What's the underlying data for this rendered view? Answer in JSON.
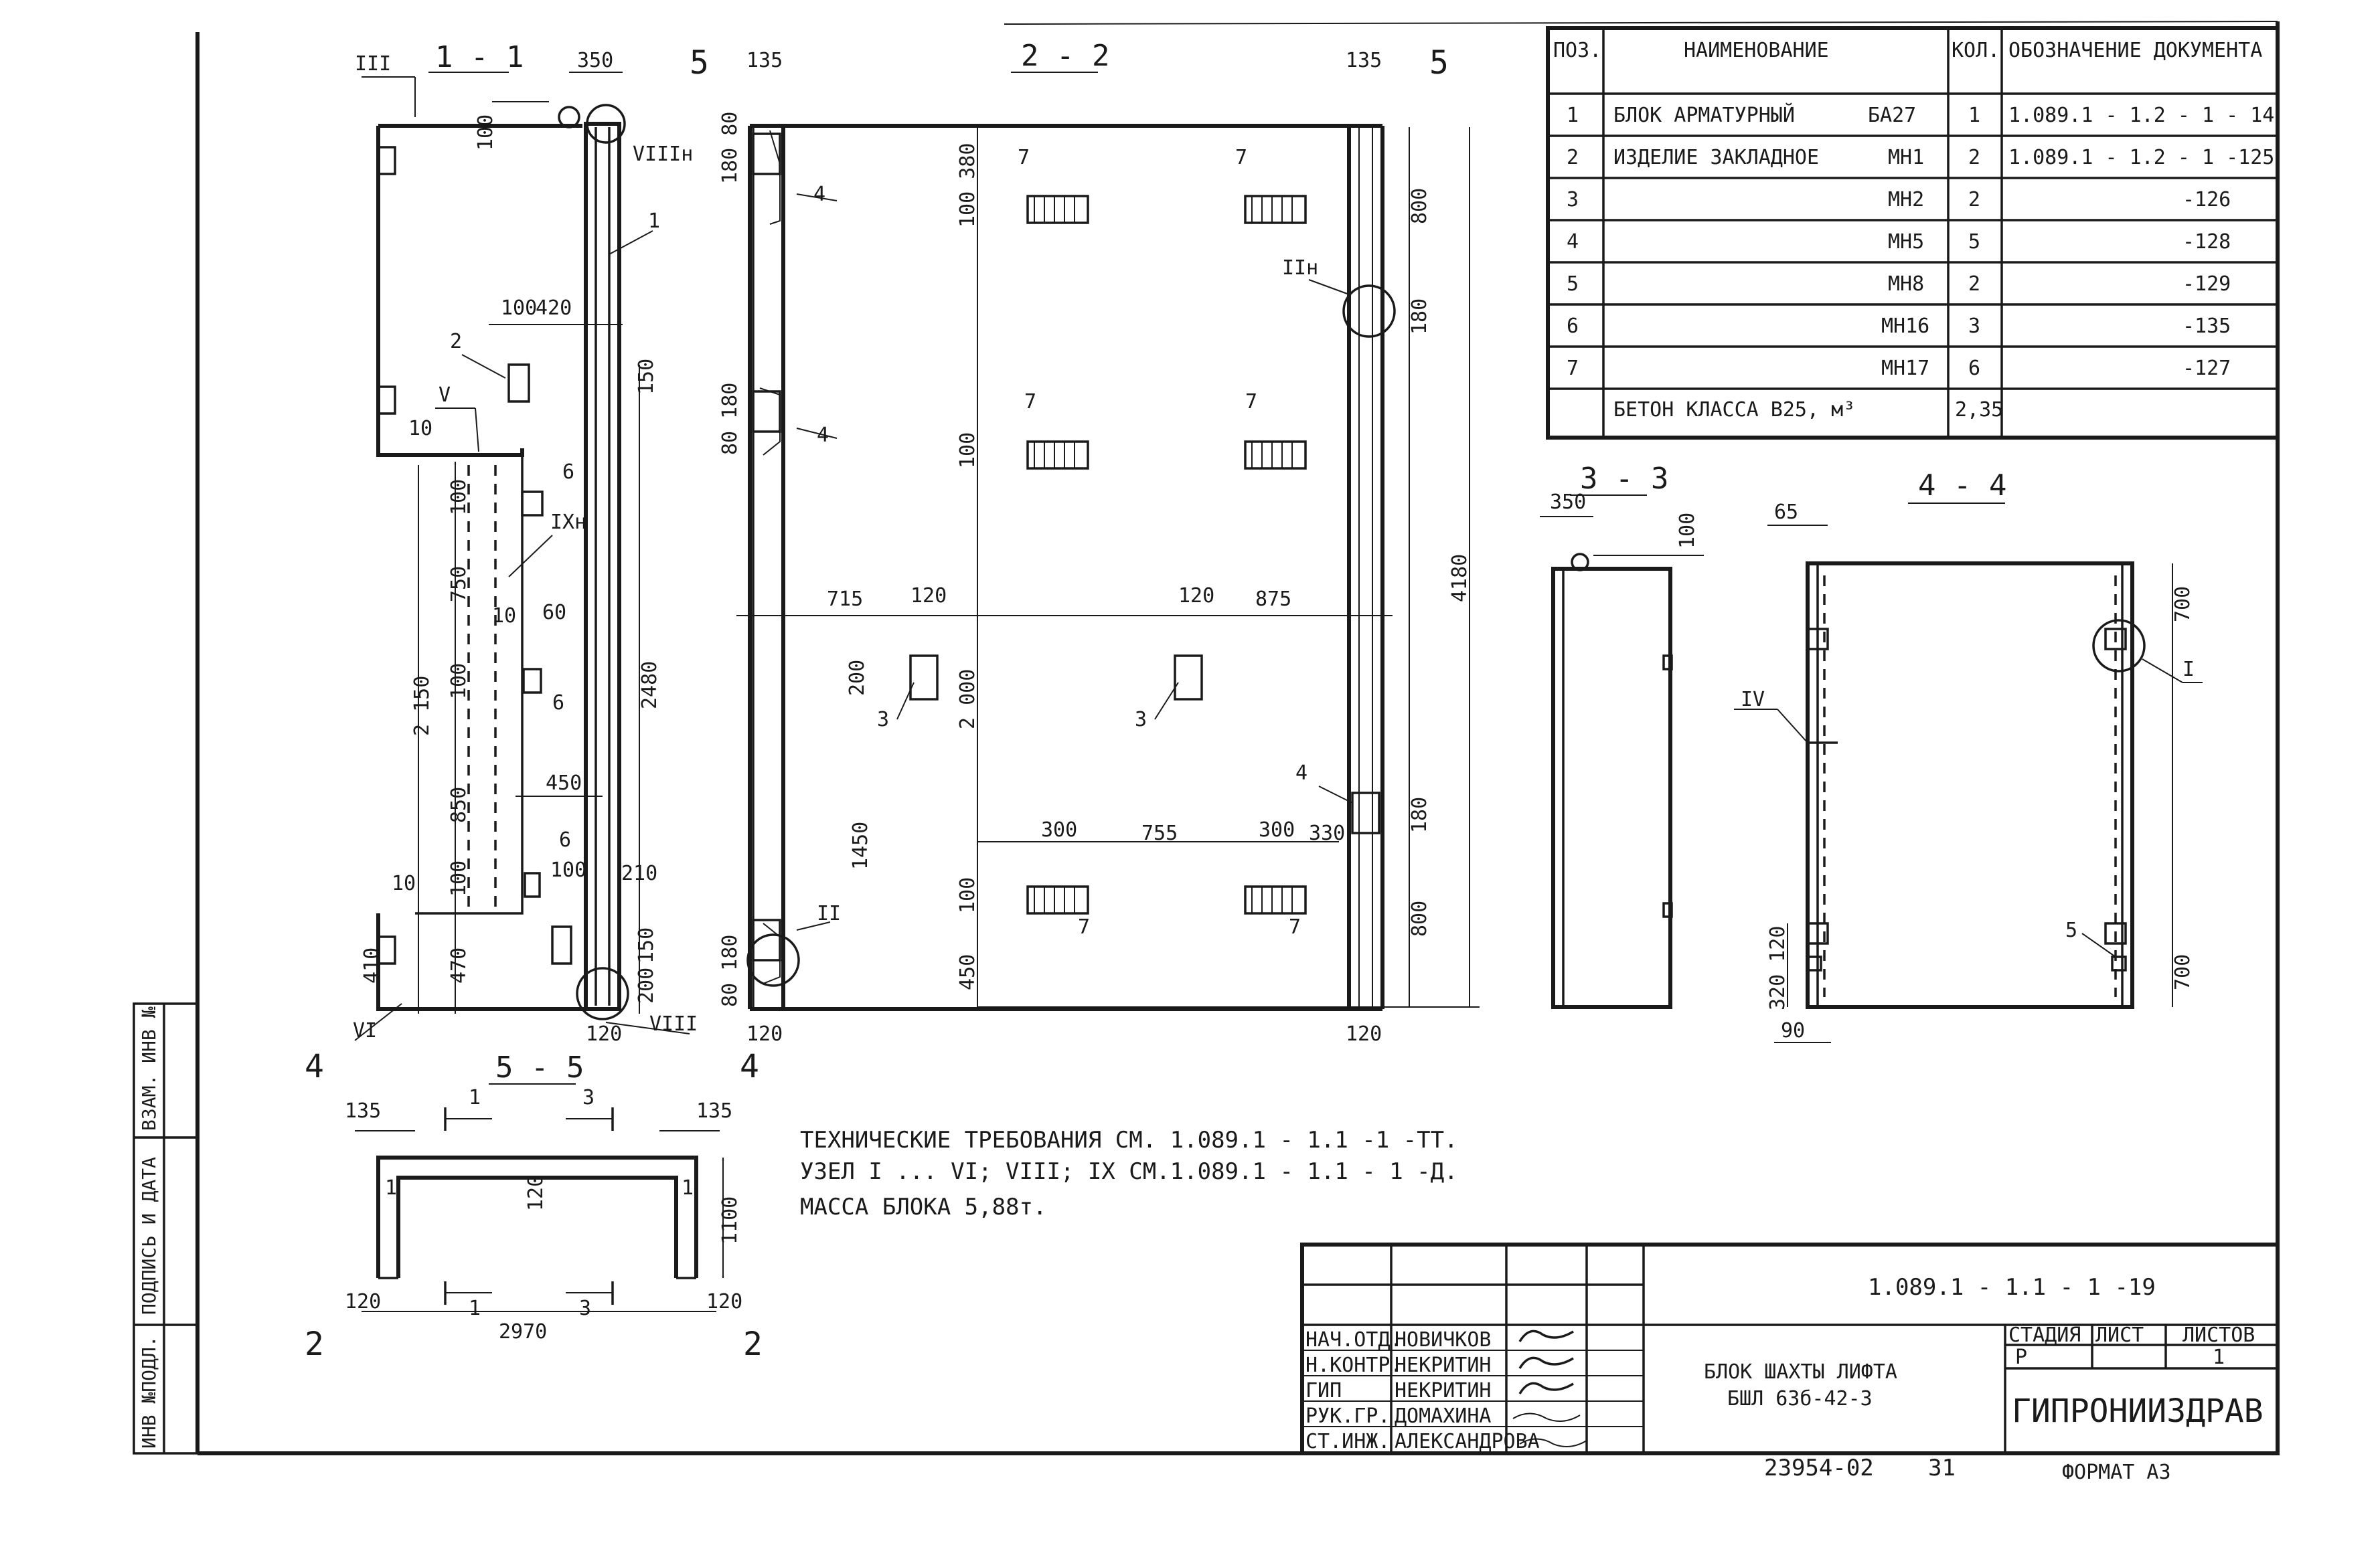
{
  "sections": {
    "s1": "1 - 1",
    "s2": "2 - 2",
    "s3": "3 - 3",
    "s4": "4 - 4",
    "s5": "5 - 5"
  },
  "cut_marks": {
    "c5": "5",
    "c4": "4",
    "c2": "2",
    "c1": "1",
    "c3": "3"
  },
  "nodes": {
    "III": "III",
    "VIIIh": "VIIIн",
    "V": "V",
    "IXh": "IXн",
    "VI": "VI",
    "VIII": "VIII",
    "IIh": "IIн",
    "II": "II",
    "IV": "IV",
    "I": "I"
  },
  "positions": {
    "p1": "1",
    "p2": "2",
    "p3": "3",
    "p4": "4",
    "p5": "5",
    "p6": "6",
    "p7": "7"
  },
  "dims_11": {
    "d350": "350",
    "d100a": "100",
    "d100b": "100",
    "d420": "420",
    "d150a": "150",
    "d10a": "10",
    "d100c": "100",
    "d750": "750",
    "d10b": "10",
    "d60": "60",
    "d2150": "2 150",
    "d100d": "100",
    "d2480": "2480",
    "d450": "450",
    "d850": "850",
    "d10c": "10",
    "d100e": "100",
    "d100f": "100",
    "d210": "210",
    "d410": "410",
    "d470": "470",
    "d150b": "150",
    "d200": "200",
    "d120": "120"
  },
  "dims_22": {
    "d135a": "135",
    "d135b": "135",
    "d180_80a": "180 80",
    "d100_380": "100 380",
    "d800a": "800",
    "d180a": "180",
    "d80_180": "80 180",
    "d100a": "100",
    "d715": "715",
    "d120a": "120",
    "d120b": "120",
    "d875": "875",
    "d200": "200",
    "d2000": "2 000",
    "d4180": "4180",
    "d1450": "1450",
    "d300a": "300",
    "d755": "755",
    "d300b": "300",
    "d330": "330",
    "d180b": "180",
    "d100b": "100",
    "d450": "450",
    "d800b": "800",
    "d80_180b": "80 180",
    "d120c": "120",
    "d120d": "120"
  },
  "dims_33": {
    "d350": "350",
    "d100": "100",
    "d65": "65",
    "d700a": "700",
    "d320_120": "320 120",
    "d90": "90",
    "d700b": "700"
  },
  "dims_55": {
    "d135a": "135",
    "d135b": "135",
    "d120": "120",
    "d1100": "1100",
    "d120a": "120",
    "d120b": "120",
    "d2970": "2970"
  },
  "table": {
    "headers": {
      "pos": "ПОЗ.",
      "name": "НАИМЕНОВАНИЕ",
      "qty": "КОЛ.",
      "doc": "ОБОЗНАЧЕНИЕ ДОКУМЕНТА"
    },
    "rows": [
      {
        "pos": "1",
        "name": "БЛОК АРМАТУРНЫЙ",
        "mark": "БА27",
        "qty": "1",
        "doc": "1.089.1 - 1.2 - 1 - 14"
      },
      {
        "pos": "2",
        "name": "ИЗДЕЛИЕ ЗАКЛАДНОЕ",
        "mark": "МН1",
        "qty": "2",
        "doc": "1.089.1 - 1.2 - 1 -125"
      },
      {
        "pos": "3",
        "name": "",
        "mark": "МН2",
        "qty": "2",
        "doc": "-126"
      },
      {
        "pos": "4",
        "name": "",
        "mark": "МН5",
        "qty": "5",
        "doc": "-128"
      },
      {
        "pos": "5",
        "name": "",
        "mark": "МН8",
        "qty": "2",
        "doc": "-129"
      },
      {
        "pos": "6",
        "name": "",
        "mark": "МН16",
        "qty": "3",
        "doc": "-135"
      },
      {
        "pos": "7",
        "name": "",
        "mark": "МН17",
        "qty": "6",
        "doc": "-127"
      },
      {
        "pos": "",
        "name": "БЕТОН КЛАССА В25, м³",
        "mark": "",
        "qty": "2,35",
        "doc": ""
      }
    ]
  },
  "notes": {
    "n1": "ТЕХНИЧЕСКИЕ ТРЕБОВАНИЯ СМ. 1.089.1 - 1.1 -1 -ТТ.",
    "n2": "УЗЕЛ I ... VI; VIII; IX СМ.1.089.1 - 1.1 - 1 -Д.",
    "n3": "МАССА БЛОКА   5,88т."
  },
  "stamp": {
    "code": "1.089.1 - 1.1 - 1 -19",
    "title1": "БЛОК ШАХТЫ ЛИФТА",
    "title2": "БШЛ 63б-42-3",
    "stage_h": "СТАДИЯ",
    "sheet_h": "ЛИСТ",
    "sheets_h": "ЛИСТОВ",
    "stage": "Р",
    "sheets": "1",
    "org": "ГИПРОНИИЗДРАВ",
    "roles": [
      {
        "role": "НАЧ.ОТД.",
        "name": "НОВИЧКОВ"
      },
      {
        "role": "Н.КОНТР.",
        "name": "НЕКРИТИН"
      },
      {
        "role": "ГИП",
        "name": "НЕКРИТИН"
      },
      {
        "role": "РУК.ГР.",
        "name": "ДОМАХИНА"
      },
      {
        "role": "СТ.ИНЖ.",
        "name": "АЛЕКСАНДРОВА"
      }
    ],
    "inv": "23954-02",
    "sheet_no": "31",
    "format": "ФОРМАТ А3"
  },
  "side": {
    "s1": "ВЗАМ. ИНВ №",
    "s2": "ПОДПИСЬ И ДАТА",
    "s3": "ИНВ №ПОДЛ."
  }
}
